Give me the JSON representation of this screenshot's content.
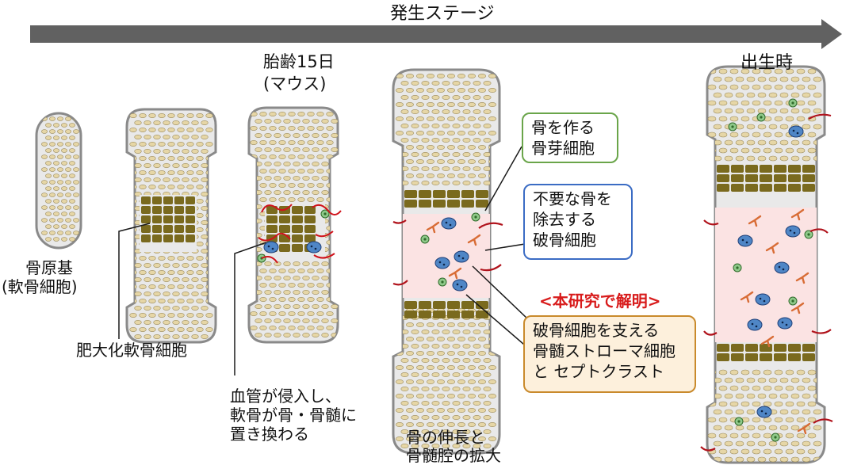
{
  "stage": {
    "title": "発生ステージ"
  },
  "stage_labels": {
    "e15_line1": "胎齢15日",
    "e15_line2": "(マウス)",
    "birth": "出生時"
  },
  "labels": {
    "primordium_line1": "骨原基",
    "primordium_line2": "(軟骨細胞)",
    "hypertrophic": "肥大化軟骨細胞",
    "invasion_line1": "血管が侵入し、",
    "invasion_line2": "軟骨が骨・骨髄に",
    "invasion_line3": "置き換わる",
    "elongation_line1": "骨の伸長と",
    "elongation_line2": "骨髄腔の拡大"
  },
  "callouts": {
    "osteoblast_line1": "骨を作る",
    "osteoblast_line2": "骨芽細胞",
    "osteoclast_line1": "不要な骨を",
    "osteoclast_line2": "除去する",
    "osteoclast_line3": "破骨細胞",
    "highlight": "<本研究で解明>",
    "stroma_line1": "破骨細胞を支える",
    "stroma_line2": "骨髄ストローマ細胞",
    "stroma_line3": "と セプトクラスト"
  },
  "colors": {
    "arrow": "#616161",
    "bone_outline": "#8a8a8a",
    "bone_fill": "#e9e9e9",
    "chondrocyte": "#e6d6a6",
    "hypertrophic": "#7a6a1e",
    "vessel": "#d0121b",
    "marrow": "#fbe3e3",
    "osteoblast": "#8fc98a",
    "osteoclast": "#4f86c6",
    "stroma": "#d86c35",
    "green_box": "#6aa54a",
    "blue_box": "#3b6cc4",
    "tan_box": "#c98a2c",
    "highlight_text": "#d81b1b"
  }
}
